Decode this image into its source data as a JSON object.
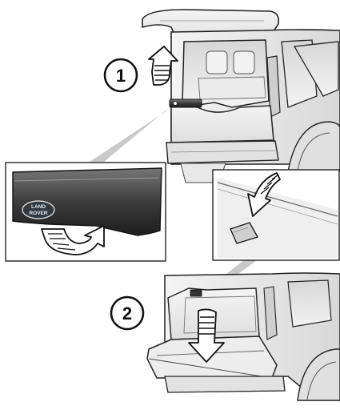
{
  "steps": [
    {
      "number": "1",
      "icon": "up-arrow-icon"
    },
    {
      "number": "2",
      "icon": "down-arrow-icon"
    }
  ],
  "logo": {
    "line1": "LAND",
    "line2": "ROVER",
    "icon": "land-rover-badge-icon"
  },
  "insets": [
    {
      "name": "upper-handle-closeup",
      "icon": "curved-up-arrow-icon"
    },
    {
      "name": "lower-release-closeup",
      "icon": "curved-down-arrow-icon"
    }
  ],
  "colors": {
    "outline": "#222222",
    "arrow_fill": "#ffffff",
    "trim_dark": "#3a3a3a",
    "glass": "#e8e8e8",
    "body_shade": "#d9d9d9",
    "leader": "#bdbdbd"
  }
}
